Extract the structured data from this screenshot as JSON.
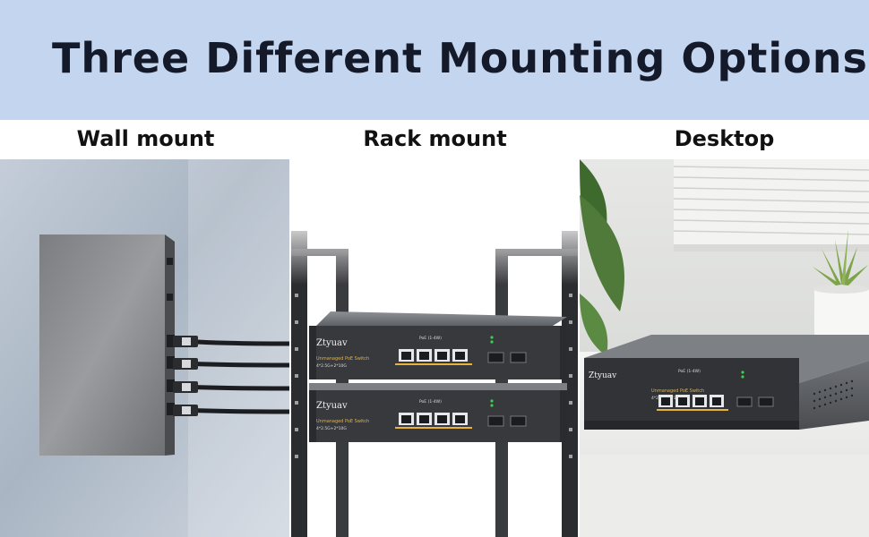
{
  "header": {
    "title": "Three Different Mounting Options"
  },
  "options": [
    {
      "label": "Wall mount"
    },
    {
      "label": "Rack mount"
    },
    {
      "label": "Desktop"
    }
  ],
  "product": {
    "brand": "Ztyuav",
    "subtitle": "Unmanaged PoE Switch",
    "ports_note": "4*2.5G+2*10G",
    "port_group_label": "PoE (1-4W)"
  },
  "colors": {
    "banner": "#c3d5ef",
    "title": "#141a2a",
    "switch_body": "#3a3c41",
    "accent": "#e8b33a"
  }
}
